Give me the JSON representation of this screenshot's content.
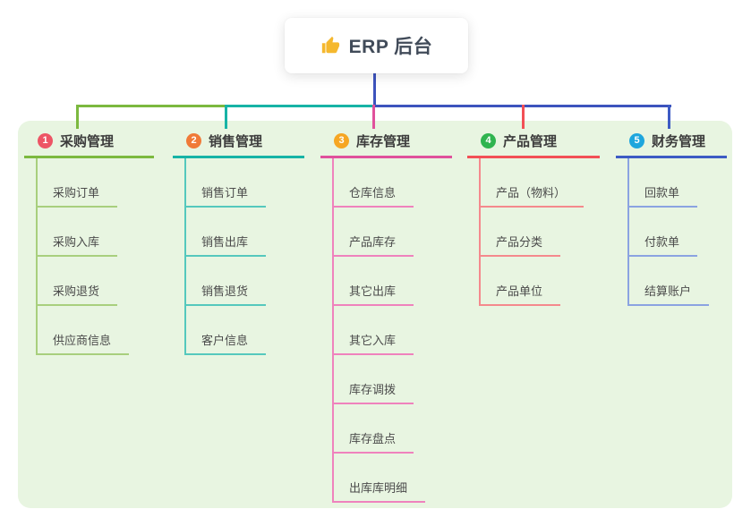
{
  "root": {
    "icon": "thumbs-up-icon",
    "title": "ERP 后台"
  },
  "colors": {
    "trunk": "#3d53bd",
    "panel_bg": "#e8f5e1",
    "icon_gold": "#f5b82e"
  },
  "branches": [
    {
      "num": "1",
      "label": "采购管理",
      "badge_color": "#ed5565",
      "line_color": "#7cb93f",
      "child_line_color": "#a8cf7d",
      "children": [
        "采购订单",
        "采购入库",
        "采购退货",
        "供应商信息"
      ]
    },
    {
      "num": "2",
      "label": "销售管理",
      "badge_color": "#f07a38",
      "line_color": "#17b3a6",
      "child_line_color": "#55c8bd",
      "children": [
        "销售订单",
        "销售出库",
        "销售退货",
        "客户信息"
      ]
    },
    {
      "num": "3",
      "label": "库存管理",
      "badge_color": "#f6a623",
      "line_color": "#e0519c",
      "child_line_color": "#ef82bd",
      "children": [
        "仓库信息",
        "产品库存",
        "其它出库",
        "其它入库",
        "库存调拨",
        "库存盘点",
        "出库库明细"
      ]
    },
    {
      "num": "4",
      "label": "产品管理",
      "badge_color": "#2fb44f",
      "line_color": "#f25056",
      "child_line_color": "#f5898d",
      "children": [
        "产品（物料）",
        "产品分类",
        "产品单位"
      ]
    },
    {
      "num": "5",
      "label": "财务管理",
      "badge_color": "#1ea6dd",
      "line_color": "#3d5bc4",
      "child_line_color": "#8ba3e1",
      "children": [
        "回款单",
        "付款单",
        "结算账户"
      ]
    }
  ]
}
